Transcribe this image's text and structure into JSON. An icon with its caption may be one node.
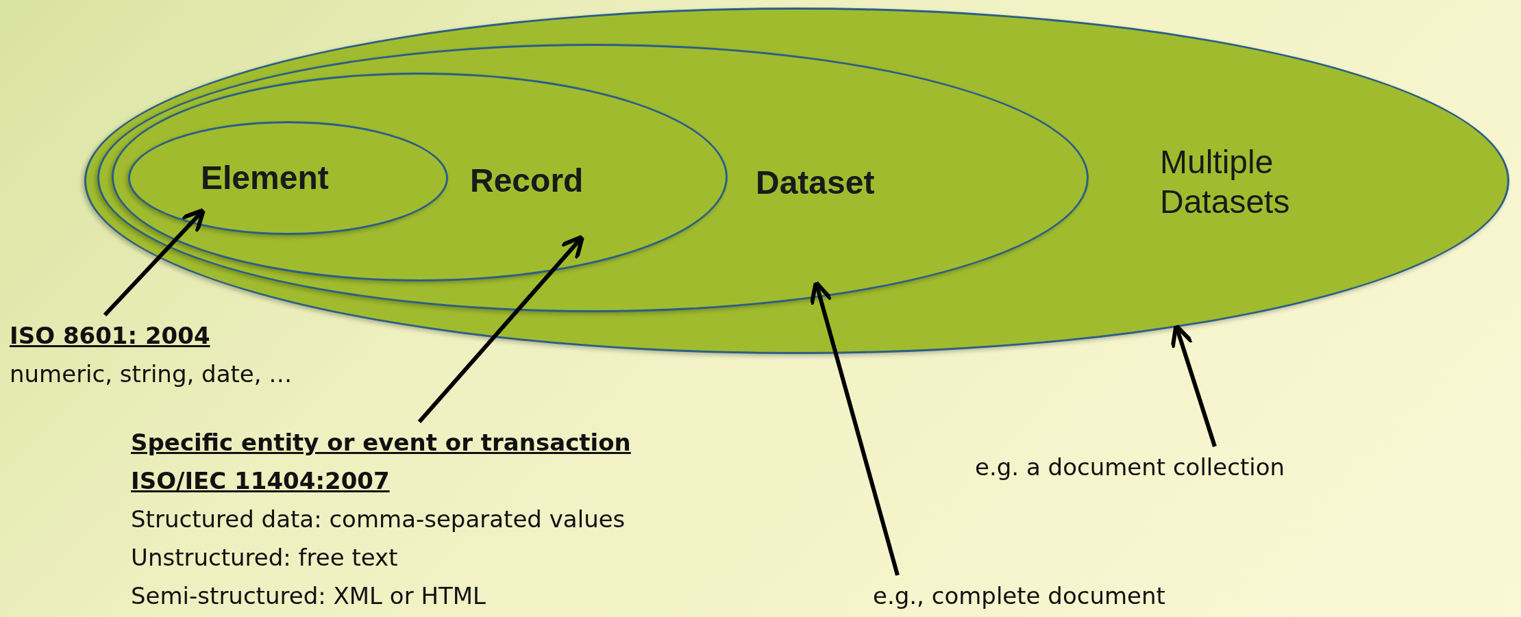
{
  "diagram": {
    "nodes": [
      {
        "text": [
          "Multiple Datasets"
        ]
      },
      {
        "text": [
          "Dataset"
        ],
        "in": 0
      },
      {
        "text": [
          "Record"
        ],
        "in": 1
      },
      {
        "text": [
          "Element"
        ],
        "in": 2
      },
      {
        "text": [
          "ISO 8601: 2004",
          "numeric, string, date, …"
        ]
      },
      {
        "text": [
          "Specific entity or event or transaction",
          "ISO/IEC 11404:2007",
          "Structured data: comma-separated values",
          "Unstructured: free text",
          "Semi-structured: XML or HTML"
        ]
      },
      {
        "text": [
          "e.g., complete document"
        ]
      },
      {
        "text": [
          "e.g. a document collection"
        ]
      }
    ],
    "edges": [
      {
        "from": 4,
        "to": 3,
        "arrow": "to"
      },
      {
        "from": 5,
        "to": 2,
        "arrow": "to"
      },
      {
        "from": 6,
        "to": 1,
        "arrow": "to"
      },
      {
        "from": 7,
        "to": 0,
        "arrow": "to"
      }
    ]
  }
}
